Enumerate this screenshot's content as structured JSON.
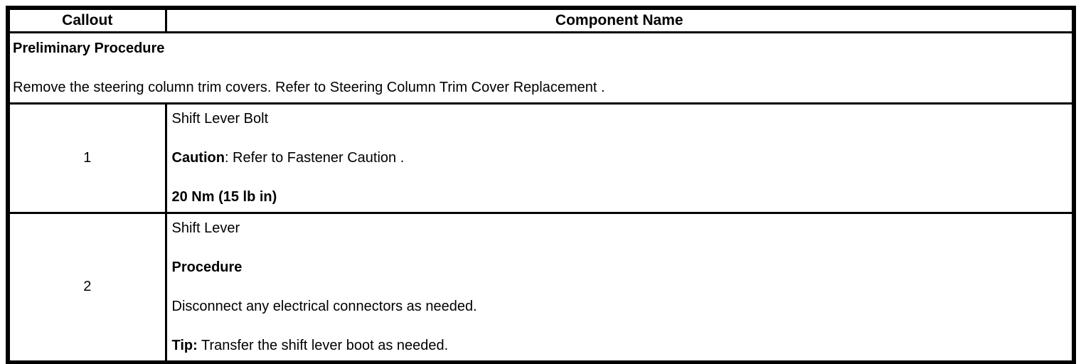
{
  "page": {
    "background": "#ffffff",
    "border_color": "#000000",
    "text_color": "#000000"
  },
  "table": {
    "header": {
      "callout": "Callout",
      "component_name": "Component Name"
    },
    "preliminary": {
      "title": "Preliminary Procedure",
      "text": "Remove the steering column trim covers. Refer to Steering Column Trim Cover Replacement ."
    },
    "rows": [
      {
        "callout": "1",
        "lines": [
          {
            "bold": "",
            "text": "Shift Lever Bolt"
          },
          {
            "bold": "Caution",
            "text": ": Refer to Fastener Caution ."
          },
          {
            "bold": "20 Nm (15 lb in)",
            "text": ""
          }
        ]
      },
      {
        "callout": "2",
        "lines": [
          {
            "bold": "",
            "text": "Shift Lever"
          },
          {
            "bold": "Procedure",
            "text": ""
          },
          {
            "bold": "",
            "text": "Disconnect any electrical connectors as needed."
          },
          {
            "bold": "Tip:",
            "text": " Transfer the shift lever boot as needed."
          }
        ]
      }
    ]
  }
}
